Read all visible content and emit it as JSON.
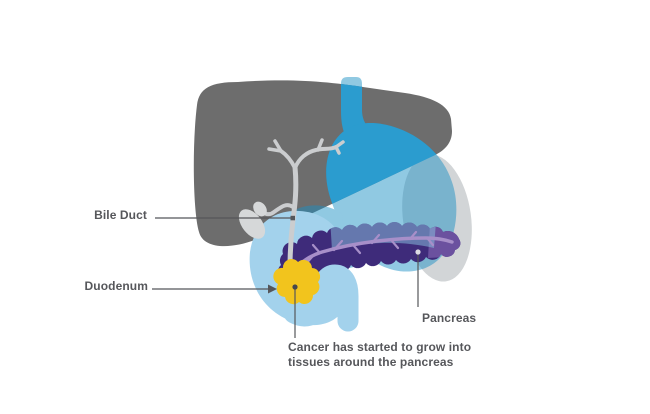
{
  "figure": {
    "labels": {
      "bile_duct": "Bile Duct",
      "duodenum": "Duodenum",
      "pancreas": "Pancreas",
      "cancer_note_line1": "Cancer has started to grow into",
      "cancer_note_line2": "tissues around the pancreas"
    },
    "colors": {
      "liver": "#6d6d6d",
      "spleen": "#d2d5d7",
      "stomach_pale": "#1a8fc4",
      "stomach_bright": "#2b9ccf",
      "stomach_overlay": "rgba(140,198,226,0.5)",
      "duodenum": "#a3d2ec",
      "pancreas": "#3e2b7a",
      "pancreas_tail": "#6b519f",
      "pancreatic_duct": "#a78fc9",
      "bile_duct": "#cbcdcf",
      "gallbladder": "#d6d8d9",
      "cancer": "#f2c41d",
      "leader": "#55565a",
      "leader_dot_dark": "#46474d",
      "leader_dot_light": "#dcdae3",
      "label_text": "#56575b"
    }
  }
}
